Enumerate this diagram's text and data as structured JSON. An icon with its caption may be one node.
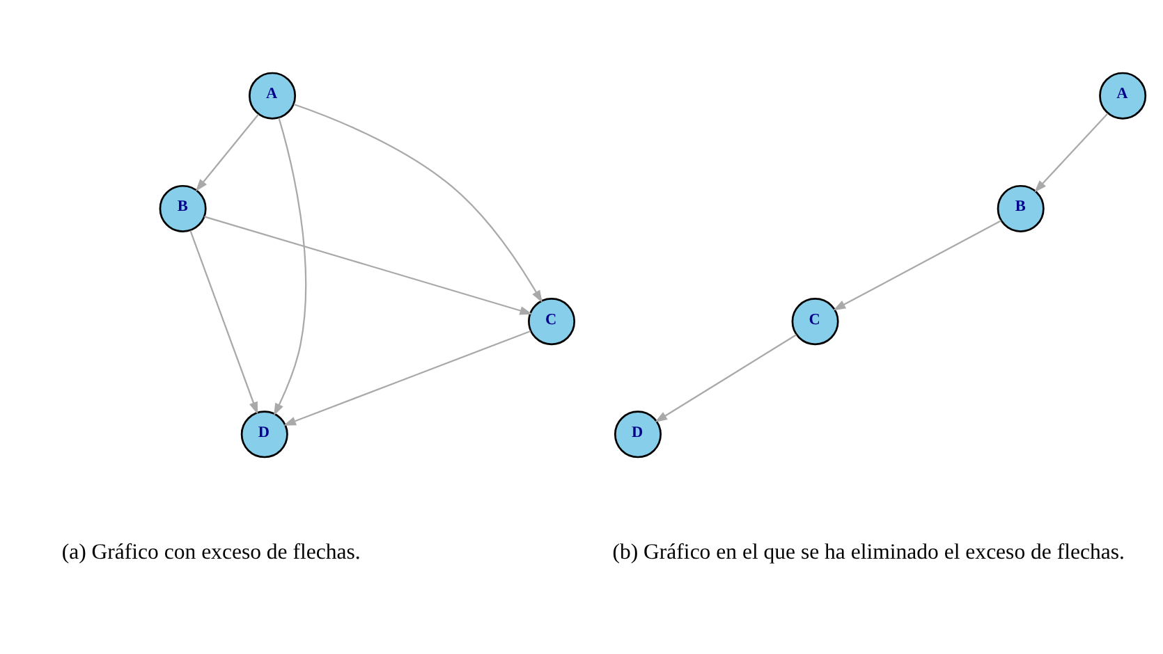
{
  "diagram": {
    "nodes": [
      {
        "text": [
          "A"
        ]
      },
      {
        "text": [
          "D"
        ]
      },
      {
        "text": [
          "C"
        ]
      },
      {
        "text": [
          "B"
        ]
      },
      {
        "text": [
          "D"
        ]
      },
      {
        "text": [
          "C"
        ]
      },
      {
        "text": [
          "B"
        ]
      },
      {
        "text": [
          "A"
        ]
      }
    ],
    "edges": [
      {
        "from": 0,
        "to": 1,
        "arrow": "to"
      },
      {
        "from": 0,
        "to": 2,
        "arrow": "to"
      },
      {
        "from": 0,
        "to": 3,
        "arrow": "to"
      },
      {
        "from": 2,
        "to": 1,
        "arrow": "to"
      },
      {
        "from": 3,
        "to": 1,
        "arrow": "to"
      },
      {
        "from": 3,
        "to": 2,
        "arrow": "to"
      },
      {
        "from": 7,
        "to": 6,
        "arrow": "to"
      },
      {
        "from": 6,
        "to": 5,
        "arrow": "to"
      },
      {
        "from": 5,
        "to": 4,
        "arrow": "to"
      }
    ],
    "labels": [
      "(a) Gráfico con exceso de flechas.",
      "(b) Gráfico en el que se ha eliminado el exceso de flechas."
    ]
  }
}
